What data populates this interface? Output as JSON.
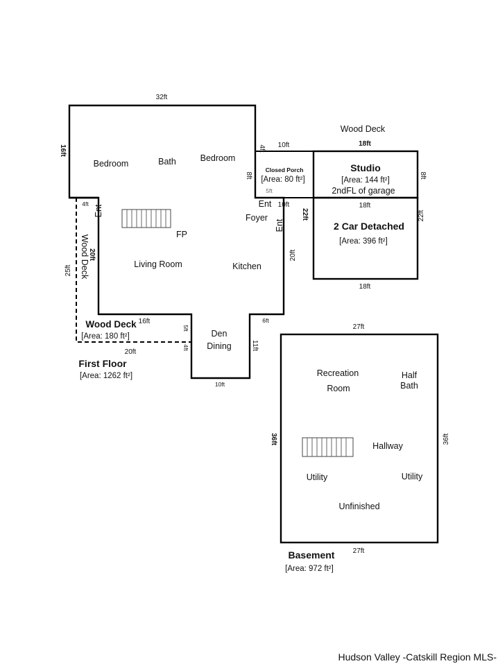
{
  "labels": {
    "dim_top_32": "32ft",
    "dim_left_16": "16ft",
    "bedroom_1": "Bedroom",
    "bath": "Bath",
    "bedroom_2": "Bedroom",
    "dim_porch_top_10": "10ft",
    "dim_porch_left_8": "8ft",
    "dim_porch_small_4": "4ft",
    "closed_porch": "Closed Porch",
    "closed_porch_area": "[Area: 80 ft²]",
    "dim_porch_5": "5ft",
    "ent_porch": "Ent",
    "dim_porch_bottom_10": "10ft",
    "wood_deck_top": "Wood Deck",
    "dim_studio_top_18": "18ft",
    "studio": "Studio",
    "studio_area": "[Area: 144 ft²]",
    "studio_sub": "2ndFL of garage",
    "dim_studio_right_8": "8ft",
    "dim_garage_top_18": "18ft",
    "dim_garage_left_22": "22ft",
    "garage": "2 Car Detached",
    "garage_area": "[Area: 396 ft²]",
    "dim_garage_right_22": "22ft",
    "dim_garage_bottom_18": "18ft",
    "dim_deck_4": "4ft",
    "ent_left": "Ent",
    "wood_deck_vertical": "Wood Deck",
    "dim_deck_20": "20ft",
    "dim_deck_25": "25ft",
    "fp": "FP",
    "foyer": "Foyer",
    "ent_right": "Ent",
    "living_room": "Living Room",
    "kitchen": "Kitchen",
    "dim_right_20": "20ft",
    "wood_deck_bottom": "Wood Deck",
    "wood_deck_area": "[Area: 180 ft²]",
    "dim_16": "16ft",
    "dim_5": "5ft",
    "dim_4b": "4ft",
    "dim_deck_bottom_20": "20ft",
    "den": "Den",
    "dining": "Dining",
    "dim_6": "6ft",
    "dim_11": "11ft",
    "dim_den_bottom_10": "10ft",
    "first_floor": "First Floor",
    "first_floor_area": "[Area: 1262 ft²]",
    "dim_base_top_27": "27ft",
    "recreation": "Recreation",
    "room": "Room",
    "half": "Half",
    "bath_basement": "Bath",
    "dim_base_left_36": "36ft",
    "hallway": "Hallway",
    "dim_base_right_36": "36ft",
    "utility_left": "Utility",
    "utility_right": "Utility",
    "unfinished": "Unfinished",
    "basement": "Basement",
    "dim_base_bottom_27": "27ft",
    "basement_area": "[Area: 972 ft²]",
    "watermark": "Hudson Valley -Catskill Region MLS-"
  }
}
